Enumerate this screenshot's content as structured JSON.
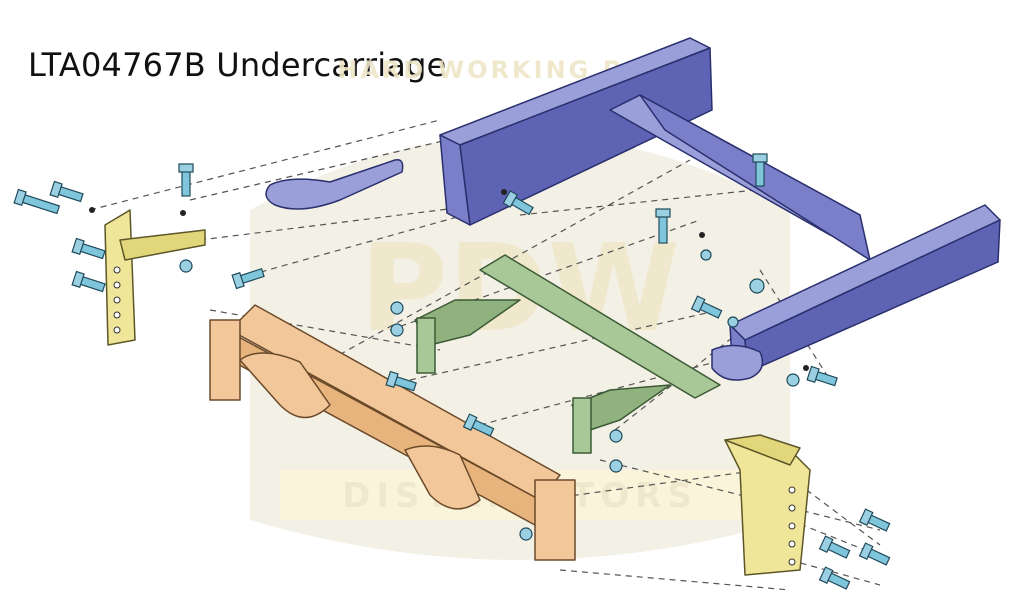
{
  "title": "LTA04767B Undercarriage",
  "watermark": {
    "arc_text": "HARD WORKING PARTS",
    "logo_text": "PDW",
    "band_text": "DISTRIBUTORS"
  },
  "colors": {
    "frame": "#7b7fc9",
    "front_crossmember": "#f2c79a",
    "center_bracket": "#a8c898",
    "side_plates": "#f0e69a",
    "hardware": "#7fc6dd"
  }
}
